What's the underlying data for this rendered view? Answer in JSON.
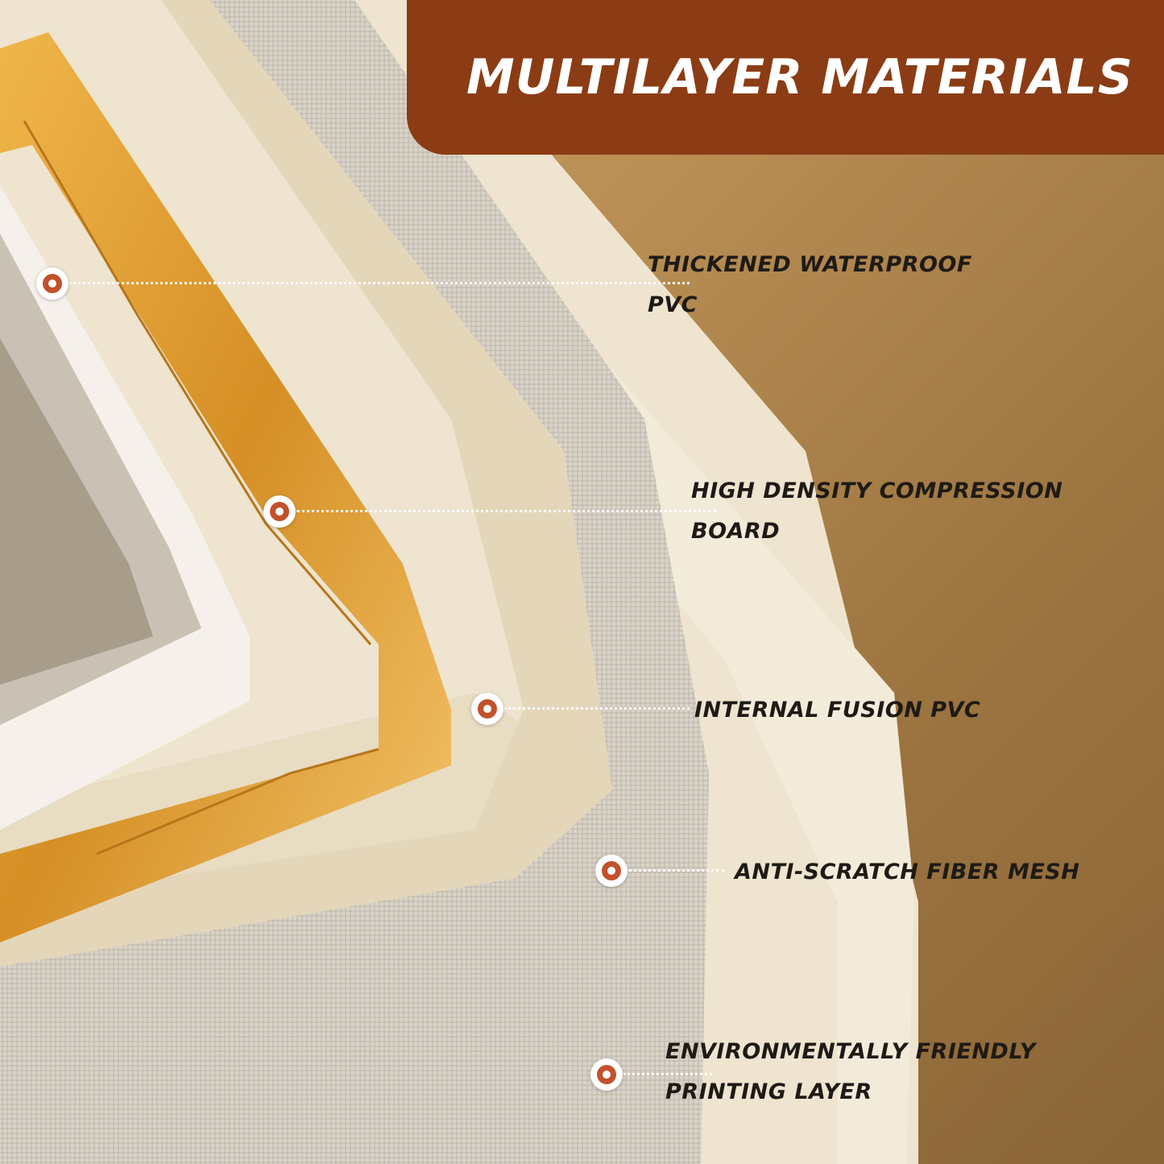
{
  "banner": {
    "title": "MULTILAYER MATERIALS"
  },
  "callouts": [
    {
      "lines": [
        "THICKENED WATERPROOF",
        "PVC"
      ]
    },
    {
      "lines": [
        "HIGH DENSITY COMPRESSION",
        "BOARD"
      ]
    },
    {
      "lines": [
        "INTERNAL FUSION PVC"
      ]
    },
    {
      "lines": [
        "ANTI-SCRATCH FIBER MESH"
      ]
    },
    {
      "lines": [
        "ENVIRONMENTALLY FRIENDLY",
        "PRINTING LAYER"
      ]
    }
  ],
  "colors": {
    "banner": "#8b3c14",
    "marker": "#c2512c",
    "board": "#e0a23c",
    "shell": "#efe6d2"
  }
}
